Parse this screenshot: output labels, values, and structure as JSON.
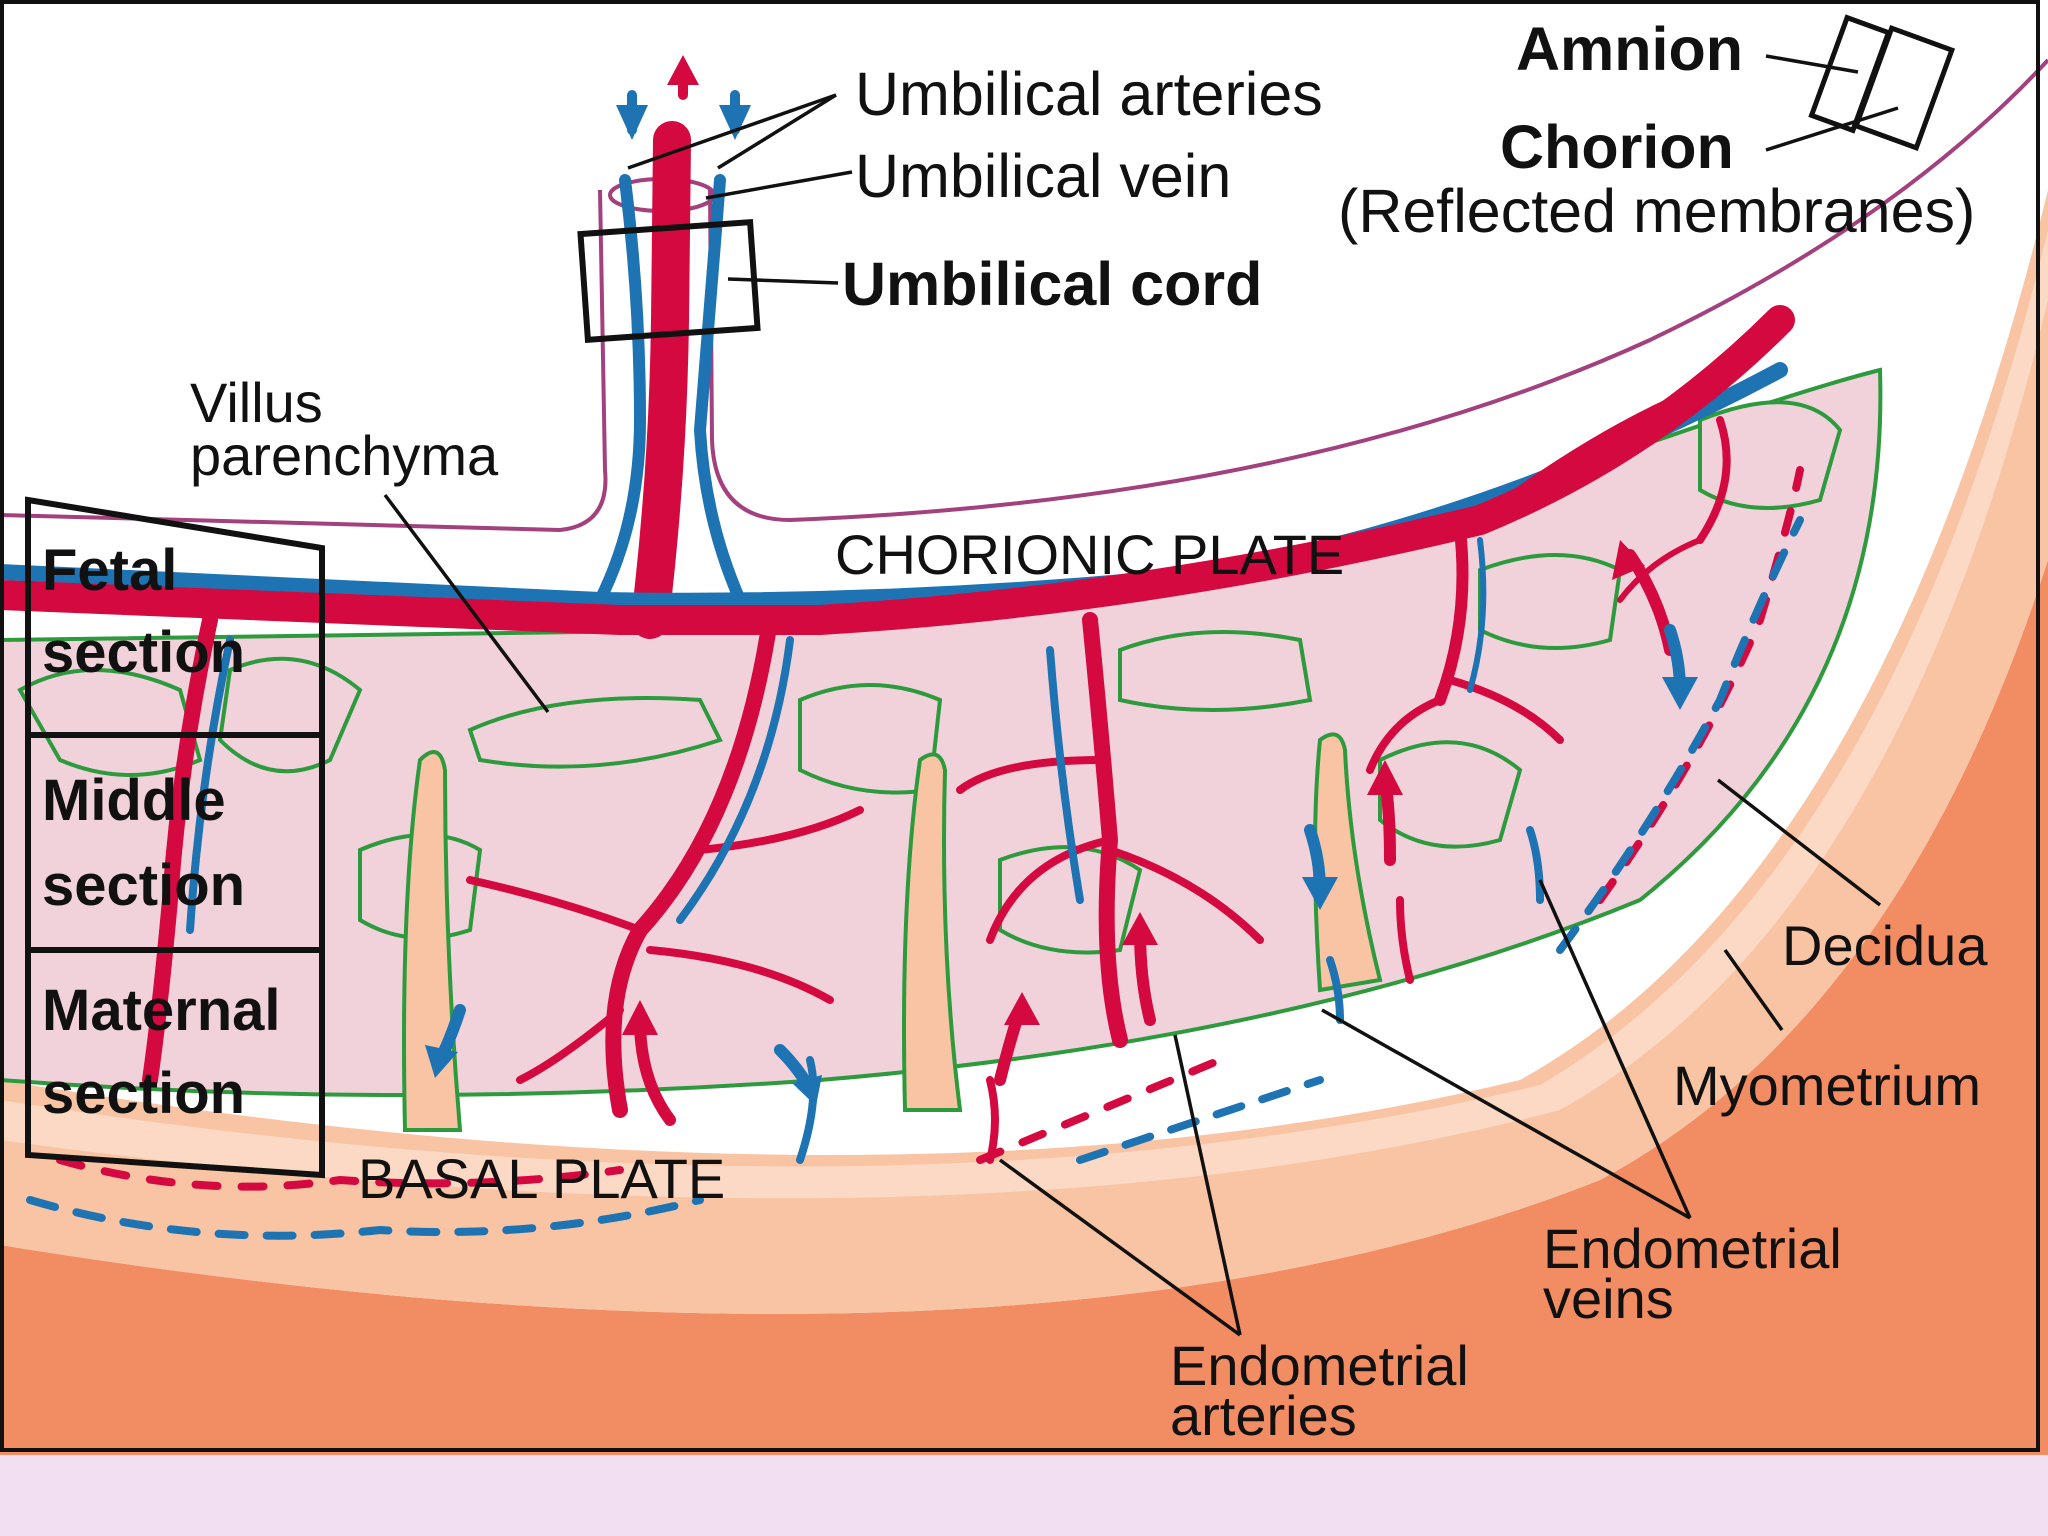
{
  "labels": {
    "umbilical_arteries": "Umbilical arteries",
    "umbilical_vein": "Umbilical vein",
    "umbilical_cord": "Umbilical cord",
    "amnion": "Amnion",
    "chorion": "Chorion",
    "reflected_membranes": "(Reflected membranes)",
    "villus_line1": "Villus",
    "villus_line2": "parenchyma",
    "chorionic_plate": "CHORIONIC PLATE",
    "basal_plate": "BASAL PLATE",
    "decidua": "Decidua",
    "myometrium": "Myometrium",
    "endo_veins_line1": "Endometrial",
    "endo_veins_line2": "veins",
    "endo_arteries_line1": "Endometrial",
    "endo_arteries_line2": "arteries"
  },
  "sections": {
    "fetal_line1": "Fetal",
    "fetal_line2": "section",
    "middle_line1": "Middle",
    "middle_line2": "section",
    "maternal_line1": "Maternal",
    "maternal_line2": "section"
  },
  "colors": {
    "artery": "#d4093f",
    "vein": "#1e73b3",
    "villus_outline": "#2d9a3d",
    "decidua": "#f8c4a4",
    "myometrium": "#f28c63",
    "intervillous": "#f1d2db",
    "background": "#f3dff2"
  }
}
